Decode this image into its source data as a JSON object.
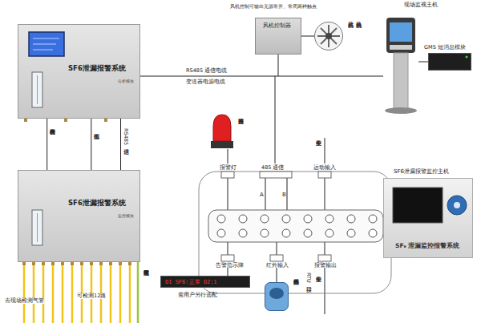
{
  "diagram": {
    "nodes": [
      {
        "text": [
          "SF6泄漏报警系统",
          "分析模块"
        ]
      },
      {
        "text": [
          "SF6泄漏报警系统",
          "监控模块"
        ]
      },
      {
        "text": [
          "风机控制器"
        ]
      },
      {
        "text": [
          "轴流风机",
          "或排风机"
        ]
      },
      {
        "text": [
          "现场监视主机"
        ]
      },
      {
        "text": [
          "GMS 短消息模块"
        ]
      },
      {
        "text": [
          "声光报警器"
        ]
      },
      {
        "text": [
          "DI SF6:正常 O2:1"
        ]
      },
      {
        "text": [
          "红外人体感应器"
        ]
      },
      {
        "text": [
          "SF6泄漏报警监控主机",
          "SF₆ 泄漏监控报警系统"
        ]
      }
    ],
    "edges": [
      {
        "from": 0,
        "to": 1,
        "arrow": "none",
        "label": "样气去分析模块"
      },
      {
        "from": 0,
        "to": 1,
        "arrow": "none",
        "label": "工作电源"
      },
      {
        "from": 0,
        "to": 1,
        "arrow": "none",
        "label": "RS485通信"
      },
      {
        "from": 0,
        "to": 4,
        "arrow": "none",
        "label": "RS485 通信电缆"
      },
      {
        "from": 2,
        "to": 3,
        "arrow": "none"
      },
      {
        "from": 4,
        "to": 5,
        "arrow": "none"
      }
    ],
    "labels": [
      "变送器电源电缆",
      "风机控制可输出无源常开、常闭两种触点",
      "报警灯",
      "485 通信",
      "A",
      "B",
      "运动输入",
      "至集控中",
      "告警指示牌",
      "红外输入",
      "报警输出",
      "RTU接口",
      "至集控中",
      "去现场检测气管",
      "可检测12路",
      "带尾气回收装置",
      "需用户另行选配"
    ]
  }
}
